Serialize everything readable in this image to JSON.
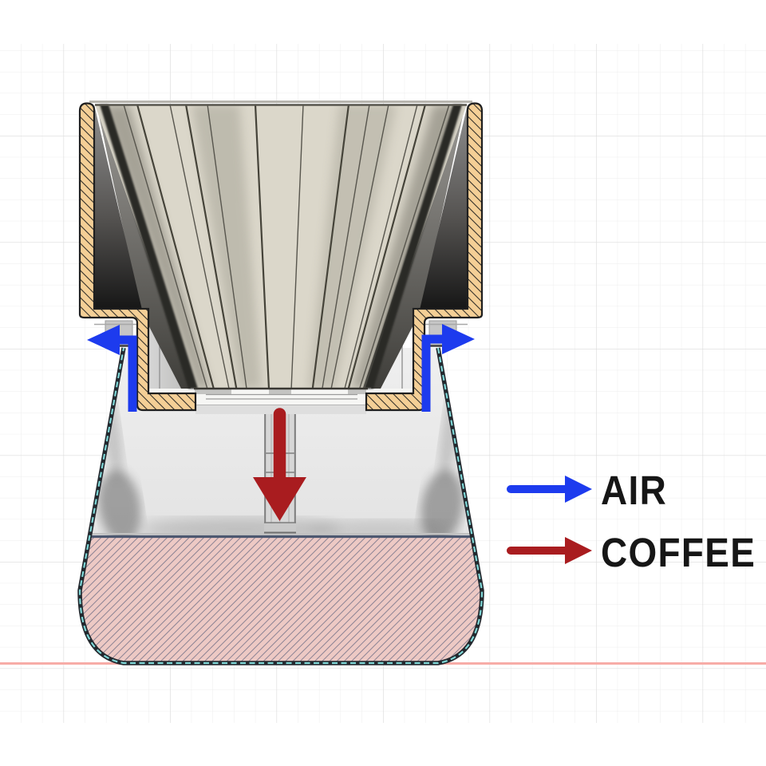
{
  "legend": {
    "items": [
      {
        "id": "air",
        "label": "AIR",
        "color": "#1d3bee"
      },
      {
        "id": "coffee",
        "label": "COFFEE",
        "color": "#a91c1f"
      }
    ]
  },
  "flow_arrows": {
    "air_color": "#1d3bee",
    "coffee_color": "#a91c1f"
  },
  "materials": {
    "dripper_section_fill": "#f4cf96",
    "dripper_hatch_line": "#2e2b26",
    "filter_cone_fill": "#dbd7ca",
    "carafe_glass_line": "#7ed6d6",
    "carafe_outline": "#23282e",
    "coffee_fill": "#edc9c4",
    "coffee_hatch_line": "#8b8293",
    "coffee_surface_line": "#4d5870",
    "ground_line": "#f7aca7",
    "grid_minor": "#ededed",
    "grid_major": "#dcdcdc",
    "canvas_bg": "#ffffff"
  }
}
